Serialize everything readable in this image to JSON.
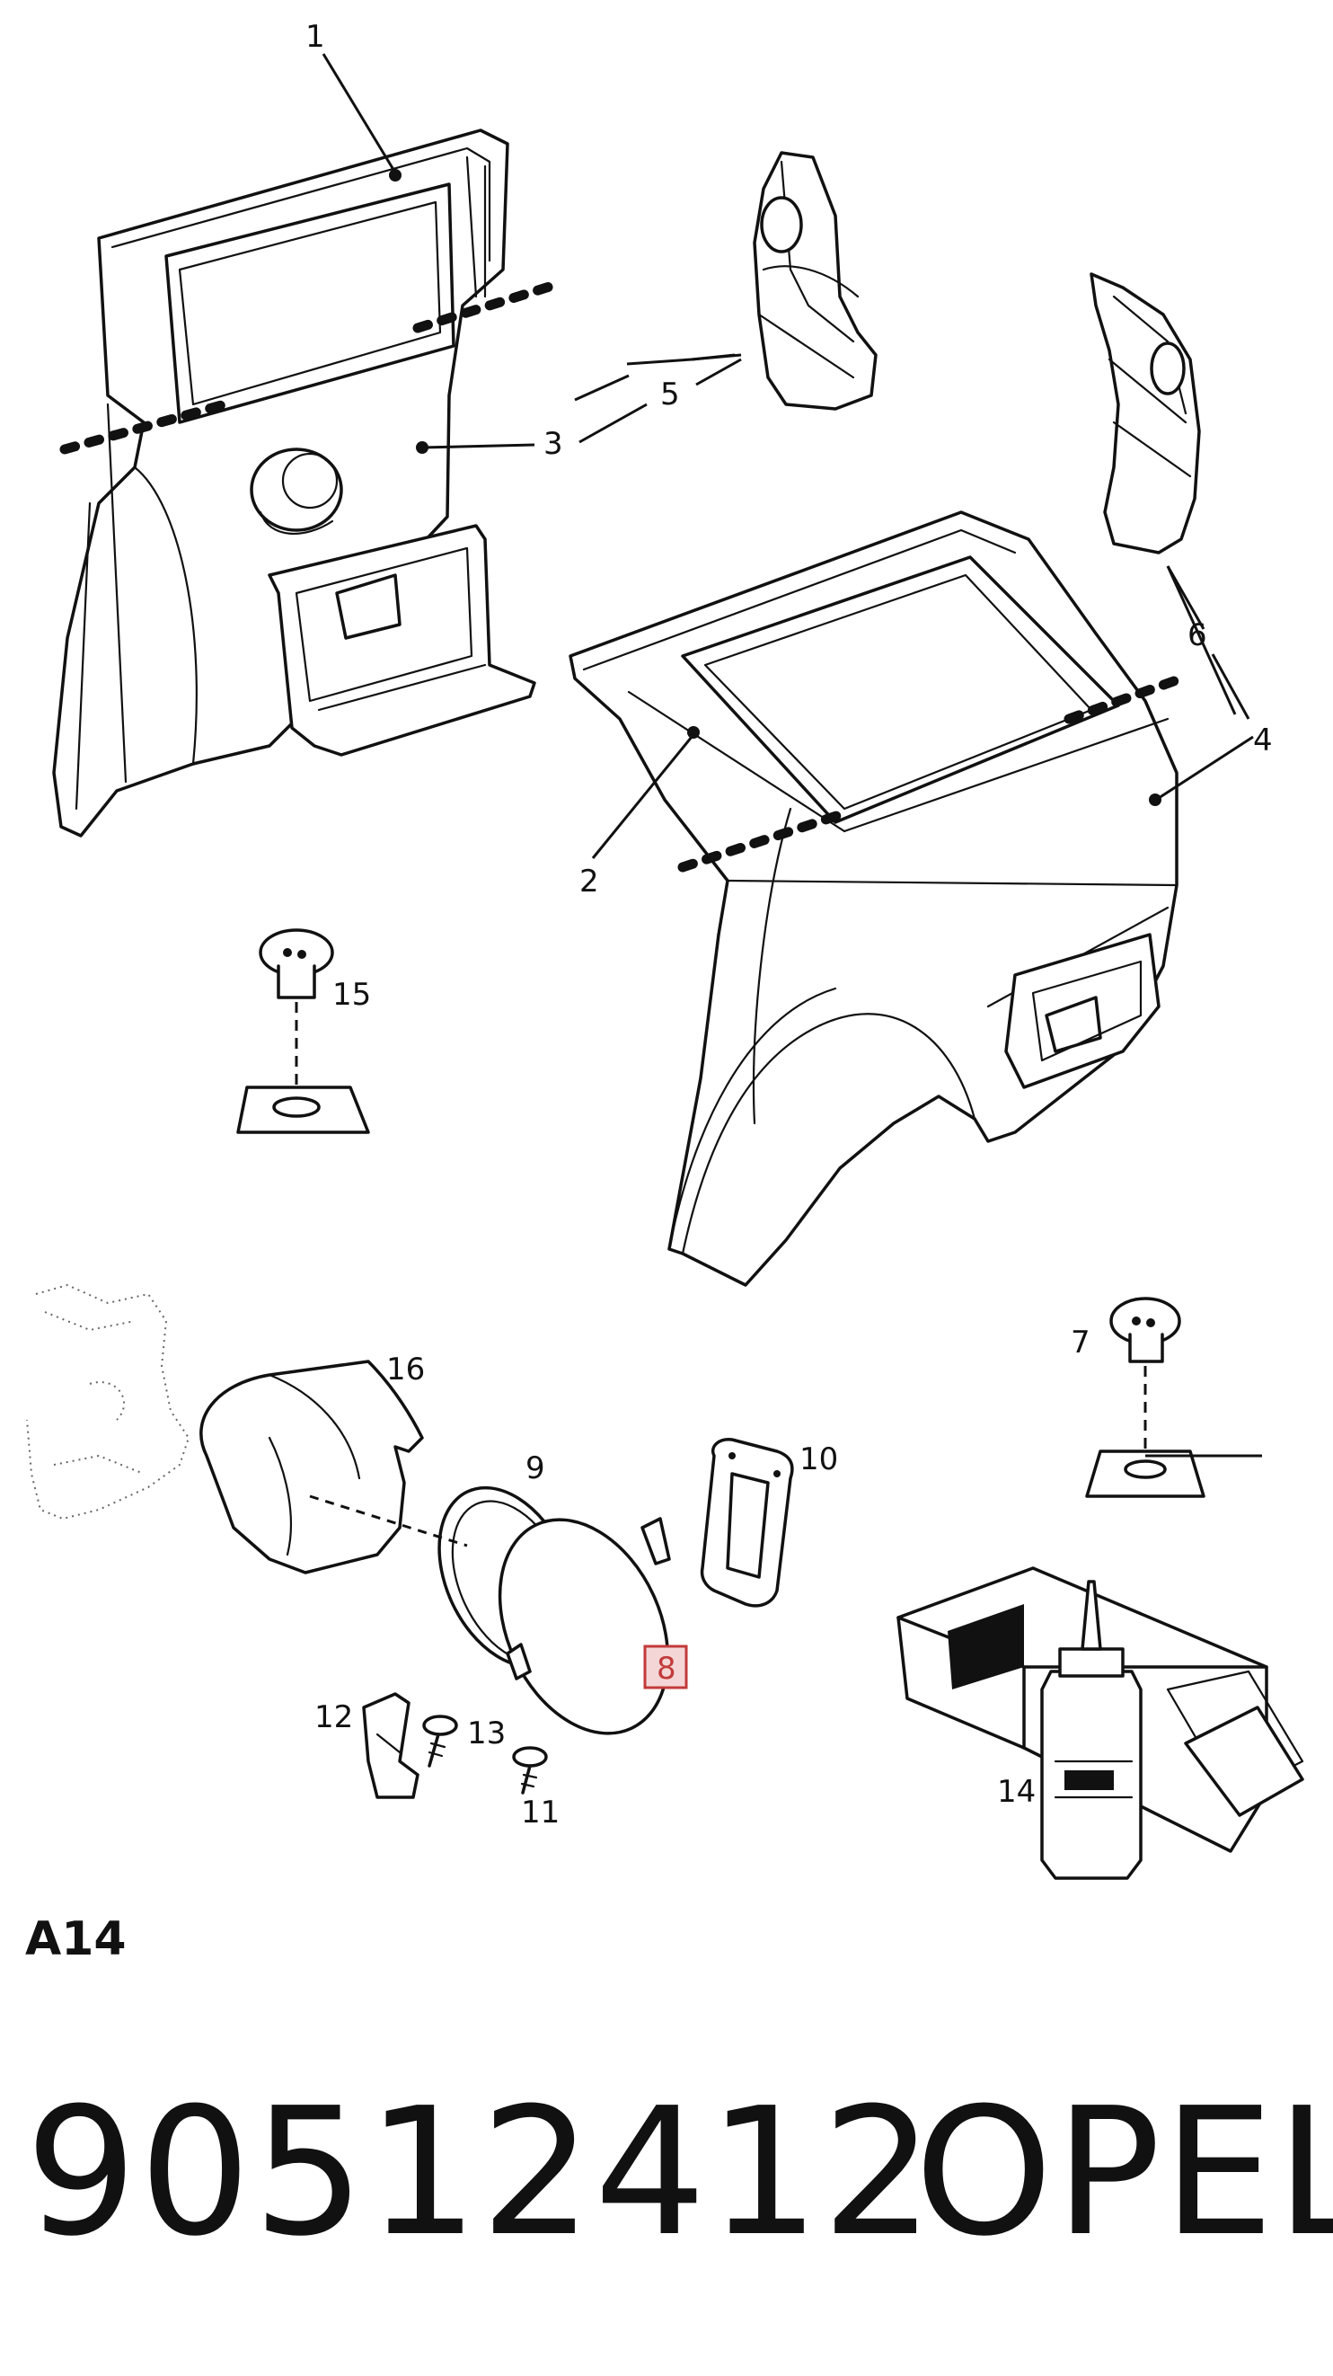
{
  "callouts": {
    "c1": "1",
    "c2": "2",
    "c3": "3",
    "c4": "4",
    "c5": "5",
    "c6": "6",
    "c7": "7",
    "c8": "8",
    "c9": "9",
    "c10": "10",
    "c11": "11",
    "c12": "12",
    "c13": "13",
    "c14": "14",
    "c15": "15",
    "c16": "16"
  },
  "highlighted_callout": "8",
  "highlight_color": "#c23a3a",
  "section_code": "A14",
  "part_number": "90512412",
  "brand": "OPEL"
}
